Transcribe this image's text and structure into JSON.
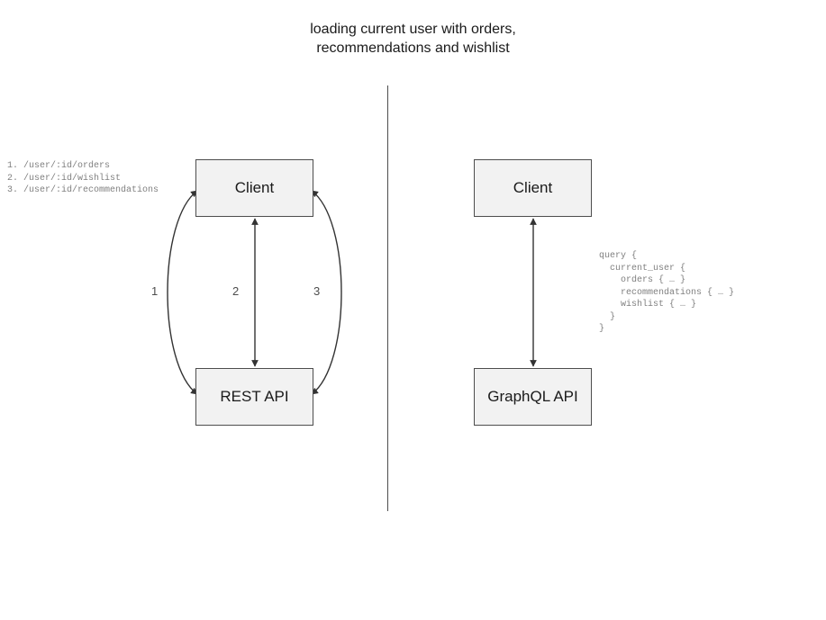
{
  "diagram": {
    "title": "loading current user with orders,\nrecommendations and wishlist",
    "divider": {
      "name": "vertical-divider"
    },
    "left_panel": {
      "name": "rest-comparison-panel",
      "client_node": "Client",
      "api_node": "REST API",
      "endpoints": "1. /user/:id/orders\n2. /user/:id/wishlist\n3. /user/:id/recommendations",
      "edges": [
        {
          "label": "1",
          "shape": "curve-left",
          "direction": "bidirectional"
        },
        {
          "label": "2",
          "shape": "straight",
          "direction": "bidirectional"
        },
        {
          "label": "3",
          "shape": "curve-right",
          "direction": "bidirectional"
        }
      ]
    },
    "right_panel": {
      "name": "graphql-comparison-panel",
      "client_node": "Client",
      "api_node": "GraphQL API",
      "query": "query {\n  current_user {\n    orders { … }\n    recommendations { … }\n    wishlist { … }\n  }\n}",
      "edges": [
        {
          "label": "",
          "shape": "straight",
          "direction": "bidirectional"
        }
      ]
    },
    "colors": {
      "node_fill": "#f2f2f2",
      "node_border": "#4d4d4d",
      "edge_stroke": "#333333",
      "code_text": "#808080",
      "title_text": "#1a1a1a"
    }
  }
}
